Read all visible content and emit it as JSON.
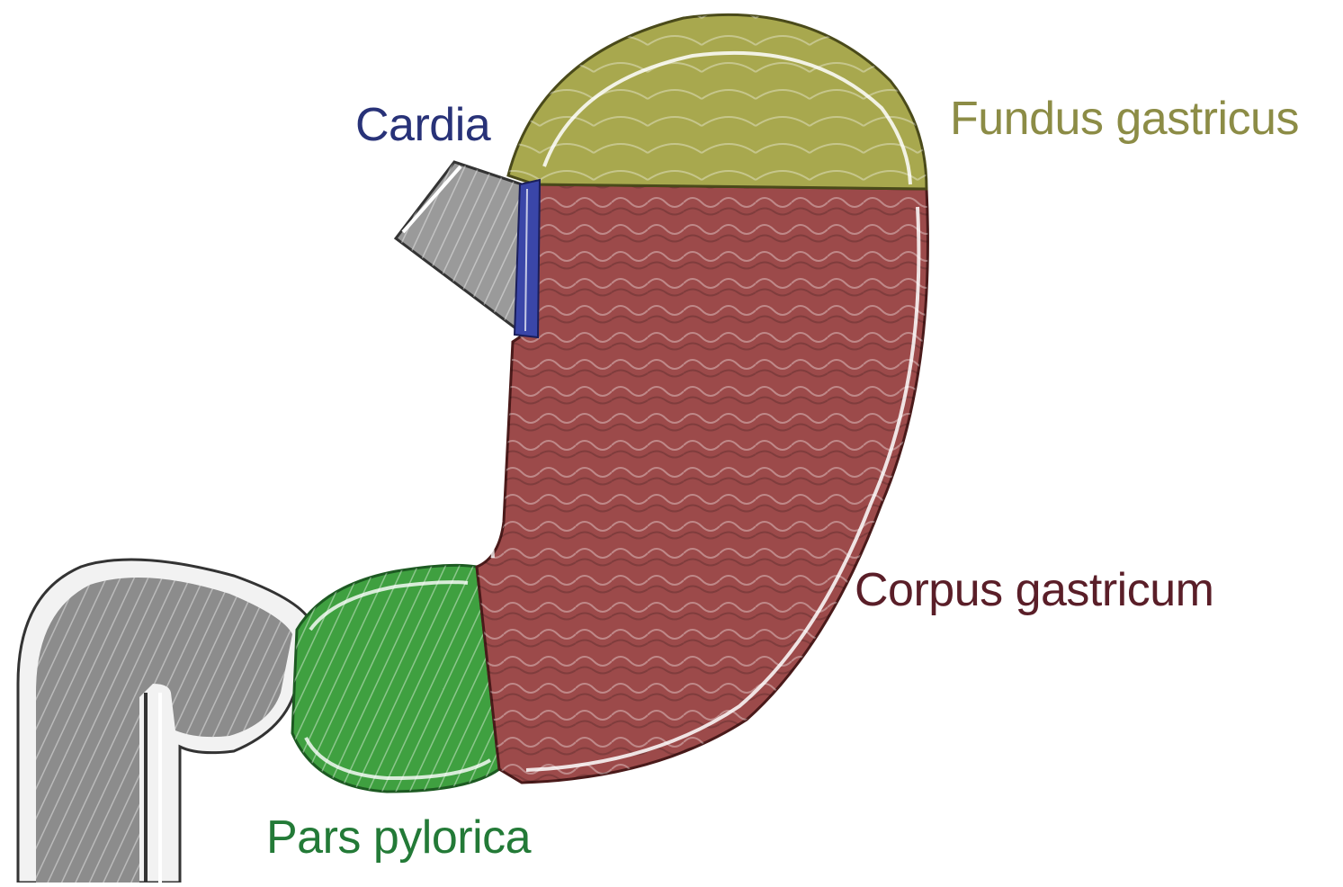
{
  "labels": {
    "cardia": {
      "text": "Cardia",
      "color": "#283278"
    },
    "fundus": {
      "text": "Fundus gastricus",
      "color": "#8c8c46"
    },
    "corpus": {
      "text": "Corpus gastricum",
      "color": "#5a1e28"
    },
    "pylorica": {
      "text": "Pars pylorica",
      "color": "#237a37"
    }
  },
  "regions": {
    "fundus_color": "#a8a84e",
    "corpus_color": "#9c4a4a",
    "pylorica_color": "#3fa040",
    "cardia_color": "#3a46a8",
    "esophagus_color": "#9a9a9a",
    "duodenum_color": "#8c8c8c"
  }
}
